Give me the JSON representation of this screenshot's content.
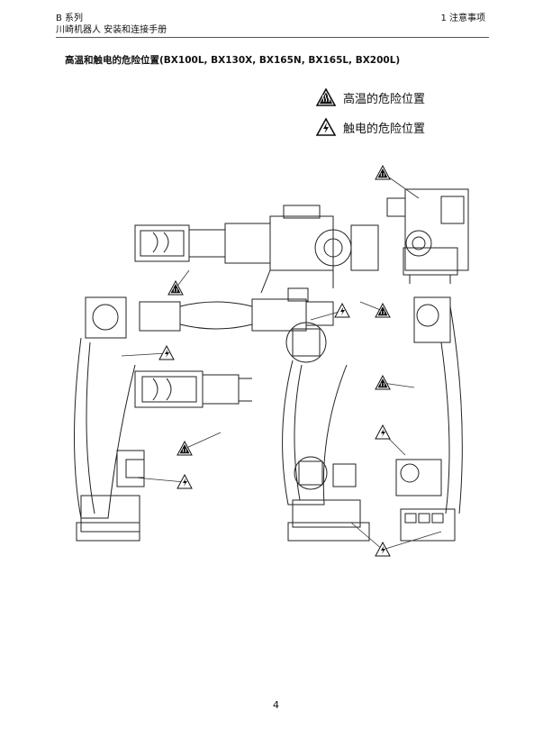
{
  "header": {
    "series": "B 系列",
    "manual": "川崎机器人  安装和连接手册",
    "chapter": "1   注意事项"
  },
  "section_title": "高温和触电的危险位置(BX100L, BX130X, BX165N, BX165L, BX200L)",
  "legend": {
    "hot": {
      "label": "高温的危险位置",
      "icon": "hot-surface-warning-icon"
    },
    "shock": {
      "label": "触电的危险位置",
      "icon": "electric-shock-warning-icon"
    }
  },
  "page_number": "4"
}
